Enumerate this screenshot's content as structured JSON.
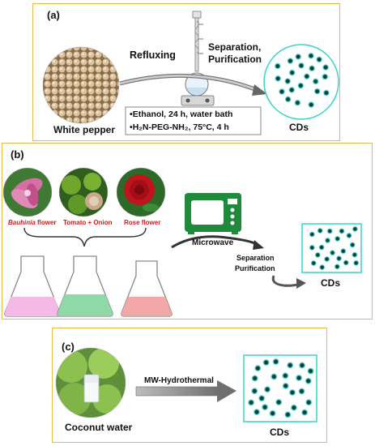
{
  "panel_a": {
    "label": "(a)",
    "source_label": "White pepper",
    "step_label": "Refluxing",
    "separation_line1": "Separation,",
    "separation_line2": "Purification",
    "condition1": "Ethanol, 24 h, water bath",
    "condition2": "H₂N-PEG-NH₂, 75°C, 4 h",
    "product_label": "CDs"
  },
  "panel_b": {
    "label": "(b)",
    "source1": "Bauhinia",
    "source1_suffix": " flower",
    "source2": "Tomato + Onion",
    "source3": "Rose flower",
    "step_label": "Microwave",
    "separation": "Separation",
    "purification": "Purification",
    "product_label": "CDs"
  },
  "panel_c": {
    "label": "(c)",
    "source_label": "Coconut water",
    "step_label": "MW-Hydrothermal",
    "product_label": "CDs"
  },
  "colors": {
    "panel_border": "#e8b84a",
    "dot_fill": "#0d3b3b",
    "dot_glow": "#35d4c8",
    "oven_green": "#1f8a3c",
    "flask_pink": "#f4b9e6",
    "flask_green": "#8fd9a8",
    "flask_red": "#f4a7a7"
  }
}
